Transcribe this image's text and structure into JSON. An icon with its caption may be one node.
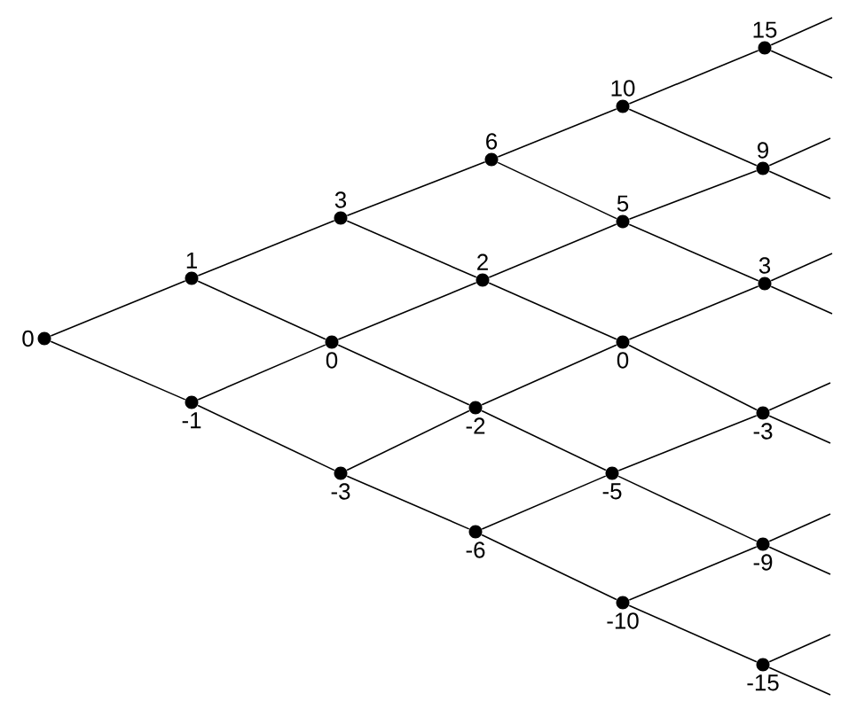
{
  "diagram": {
    "nodes": [
      {
        "text": [
          "0"
        ]
      },
      {
        "text": [
          "1"
        ]
      },
      {
        "text": [
          "-1"
        ]
      },
      {
        "text": [
          "3"
        ]
      },
      {
        "text": [
          "0"
        ]
      },
      {
        "text": [
          "-3"
        ]
      },
      {
        "text": [
          "6"
        ]
      },
      {
        "text": [
          "2"
        ]
      },
      {
        "text": [
          "-2"
        ]
      },
      {
        "text": [
          "-6"
        ]
      },
      {
        "text": [
          "10"
        ]
      },
      {
        "text": [
          "5"
        ]
      },
      {
        "text": [
          "0"
        ]
      },
      {
        "text": [
          "-5"
        ]
      },
      {
        "text": [
          "-10"
        ]
      },
      {
        "text": [
          "15"
        ]
      },
      {
        "text": [
          "9"
        ]
      },
      {
        "text": [
          "3"
        ]
      },
      {
        "text": [
          "-3"
        ]
      },
      {
        "text": [
          "-9"
        ]
      },
      {
        "text": [
          "-15"
        ]
      }
    ],
    "edges": [
      {
        "from": 0,
        "to": 1,
        "arrow": "none"
      },
      {
        "from": 0,
        "to": 2,
        "arrow": "none"
      },
      {
        "from": 1,
        "to": 3,
        "arrow": "none"
      },
      {
        "from": 1,
        "to": 4,
        "arrow": "none"
      },
      {
        "from": 2,
        "to": 4,
        "arrow": "none"
      },
      {
        "from": 2,
        "to": 5,
        "arrow": "none"
      },
      {
        "from": 3,
        "to": 6,
        "arrow": "none"
      },
      {
        "from": 3,
        "to": 7,
        "arrow": "none"
      },
      {
        "from": 4,
        "to": 7,
        "arrow": "none"
      },
      {
        "from": 4,
        "to": 8,
        "arrow": "none"
      },
      {
        "from": 5,
        "to": 8,
        "arrow": "none"
      },
      {
        "from": 5,
        "to": 9,
        "arrow": "none"
      },
      {
        "from": 6,
        "to": 10,
        "arrow": "none"
      },
      {
        "from": 6,
        "to": 11,
        "arrow": "none"
      },
      {
        "from": 7,
        "to": 11,
        "arrow": "none"
      },
      {
        "from": 7,
        "to": 12,
        "arrow": "none"
      },
      {
        "from": 8,
        "to": 12,
        "arrow": "none"
      },
      {
        "from": 8,
        "to": 13,
        "arrow": "none"
      },
      {
        "from": 9,
        "to": 13,
        "arrow": "none"
      },
      {
        "from": 9,
        "to": 14,
        "arrow": "none"
      },
      {
        "from": 10,
        "to": 15,
        "arrow": "none"
      },
      {
        "from": 10,
        "to": 16,
        "arrow": "none"
      },
      {
        "from": 11,
        "to": 16,
        "arrow": "none"
      },
      {
        "from": 11,
        "to": 17,
        "arrow": "none"
      },
      {
        "from": 12,
        "to": 17,
        "arrow": "none"
      },
      {
        "from": 12,
        "to": 18,
        "arrow": "none"
      },
      {
        "from": 13,
        "to": 18,
        "arrow": "none"
      },
      {
        "from": 13,
        "to": 19,
        "arrow": "none"
      },
      {
        "from": 14,
        "to": 19,
        "arrow": "none"
      },
      {
        "from": 14,
        "to": 20,
        "arrow": "none"
      },
      {
        "from": 15,
        "to": null,
        "arrow": "none"
      },
      {
        "from": 15,
        "to": null,
        "arrow": "none"
      },
      {
        "from": 16,
        "to": null,
        "arrow": "none"
      },
      {
        "from": 16,
        "to": null,
        "arrow": "none"
      },
      {
        "from": 17,
        "to": null,
        "arrow": "none"
      },
      {
        "from": 17,
        "to": null,
        "arrow": "none"
      },
      {
        "from": 18,
        "to": null,
        "arrow": "none"
      },
      {
        "from": 18,
        "to": null,
        "arrow": "none"
      },
      {
        "from": 19,
        "to": null,
        "arrow": "none"
      },
      {
        "from": 19,
        "to": null,
        "arrow": "none"
      },
      {
        "from": 20,
        "to": null,
        "arrow": "none"
      },
      {
        "from": 20,
        "to": null,
        "arrow": "none"
      }
    ]
  }
}
